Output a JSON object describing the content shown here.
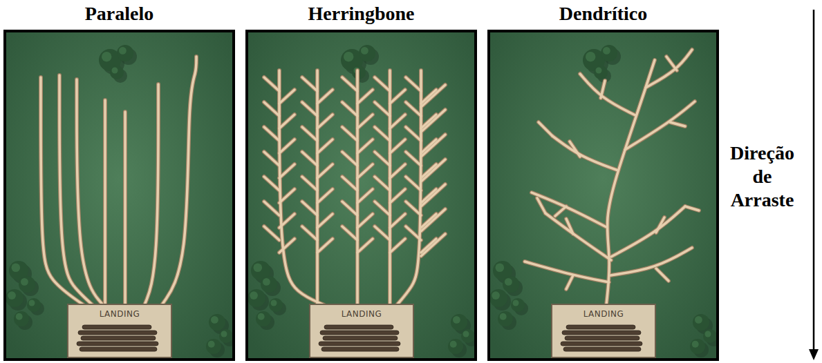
{
  "diagram": {
    "nodes": [
      {
        "text": [
          "Paralelo"
        ]
      },
      {
        "text": [
          "LANDING"
        ],
        "in": 0
      },
      {
        "text": [
          "Herringbone"
        ]
      },
      {
        "text": [
          "LANDING"
        ],
        "in": 2
      },
      {
        "text": [
          "Dendrítico"
        ]
      },
      {
        "text": [
          "LANDING"
        ],
        "in": 4
      }
    ],
    "labels": [
      "Direção de Arraste"
    ]
  }
}
